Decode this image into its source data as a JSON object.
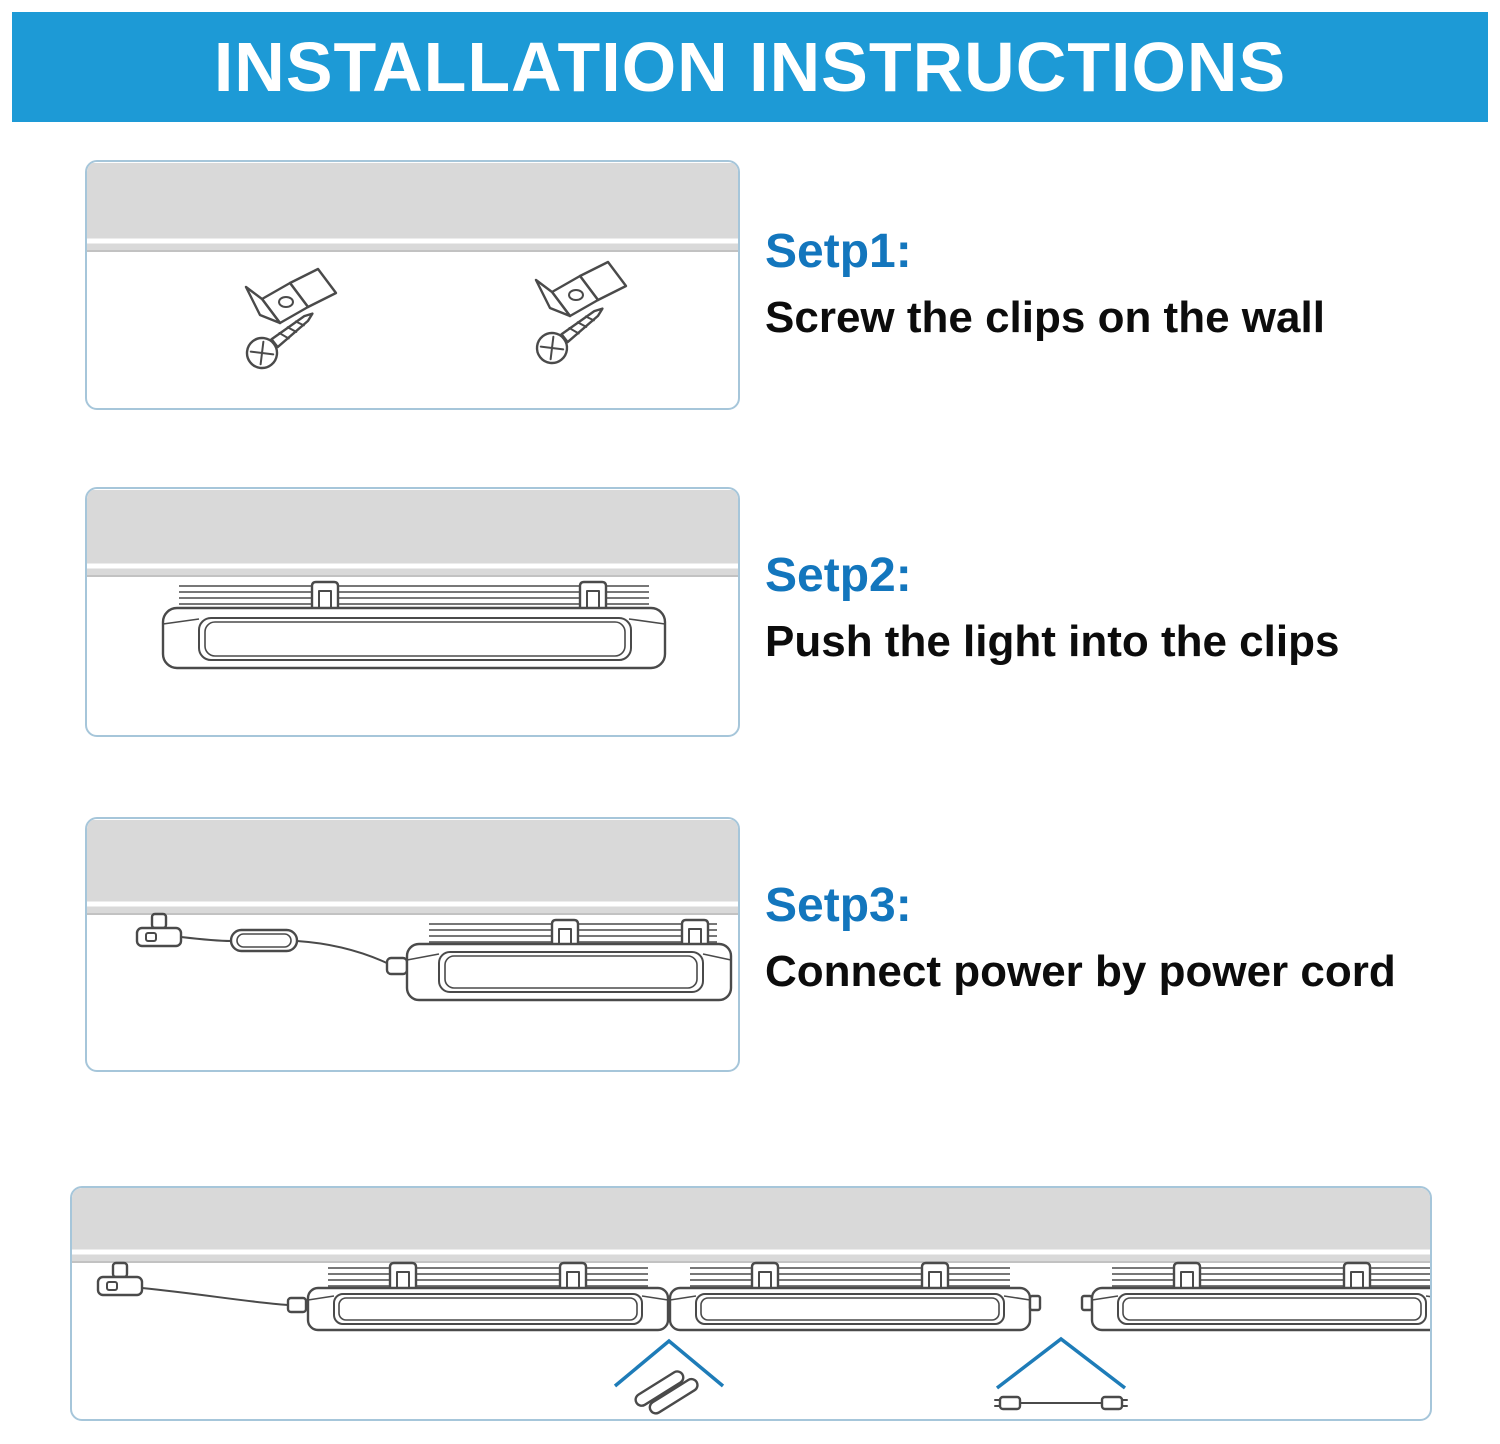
{
  "header": {
    "title": "INSTALLATION INSTRUCTIONS"
  },
  "steps": [
    {
      "title": "Setp1:",
      "description": "Screw the clips on the wall",
      "diagram": "wall-clips-with-screws"
    },
    {
      "title": "Setp2:",
      "description": "Push the light into the clips",
      "diagram": "light-pushed-into-clips"
    },
    {
      "title": "Setp3:",
      "description": "Connect power by power cord",
      "diagram": "power-cord-connection"
    }
  ],
  "bottom": {
    "diagram": "lights-series-seamless-connection"
  },
  "colors": {
    "header_bg": "#1d9ad6",
    "step_title_blue": "#1376bd",
    "panel_border": "#a6c6da",
    "wall_gray": "#d9d9d9",
    "line_gray": "#4a4a4a",
    "marker_blue": "#1e7cb8"
  }
}
